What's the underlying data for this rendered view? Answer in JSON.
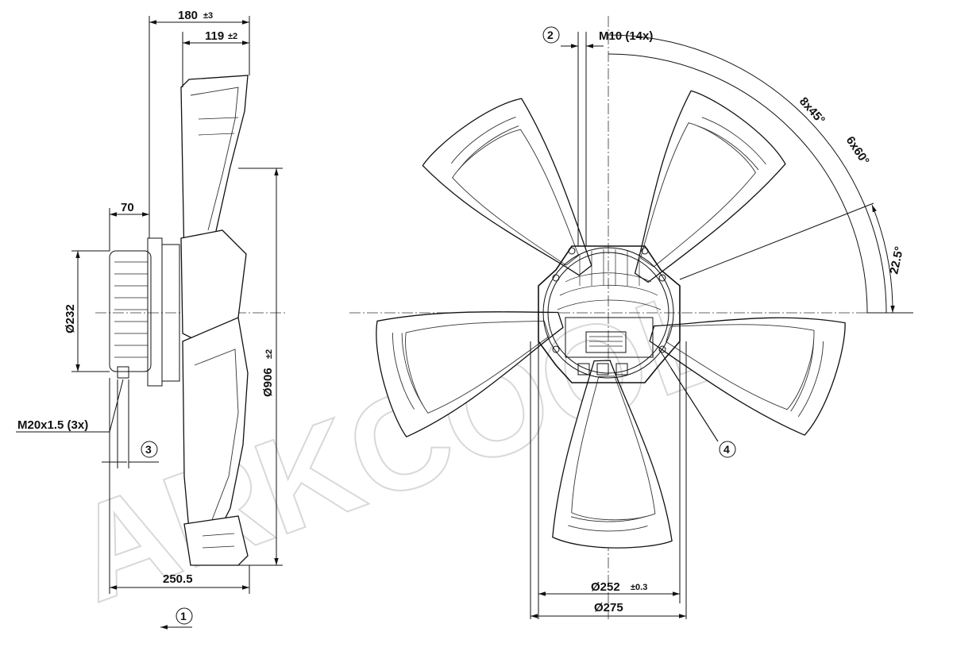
{
  "watermark": {
    "text": "ARKCOOL"
  },
  "side_view": {
    "dim_180": {
      "value": "180",
      "tol": "±3"
    },
    "dim_119": {
      "value": "119",
      "tol": "±2"
    },
    "dim_70": "70",
    "dim_232": "Ø232",
    "dim_906": {
      "value": "Ø906",
      "tol": "±2"
    },
    "cable_gland": "M20x1.5 (3x)",
    "dim_250": "250.5",
    "callout_1": "1",
    "callout_3": "3"
  },
  "front_view": {
    "callout_2": "2",
    "thread": "M10 (14x)",
    "angle_45": "8x45°",
    "angle_60": "6x60°",
    "angle_225": "22.5°",
    "dim_252": {
      "value": "Ø252",
      "tol": "±0.3"
    },
    "dim_275": "Ø275",
    "callout_4": "4"
  }
}
